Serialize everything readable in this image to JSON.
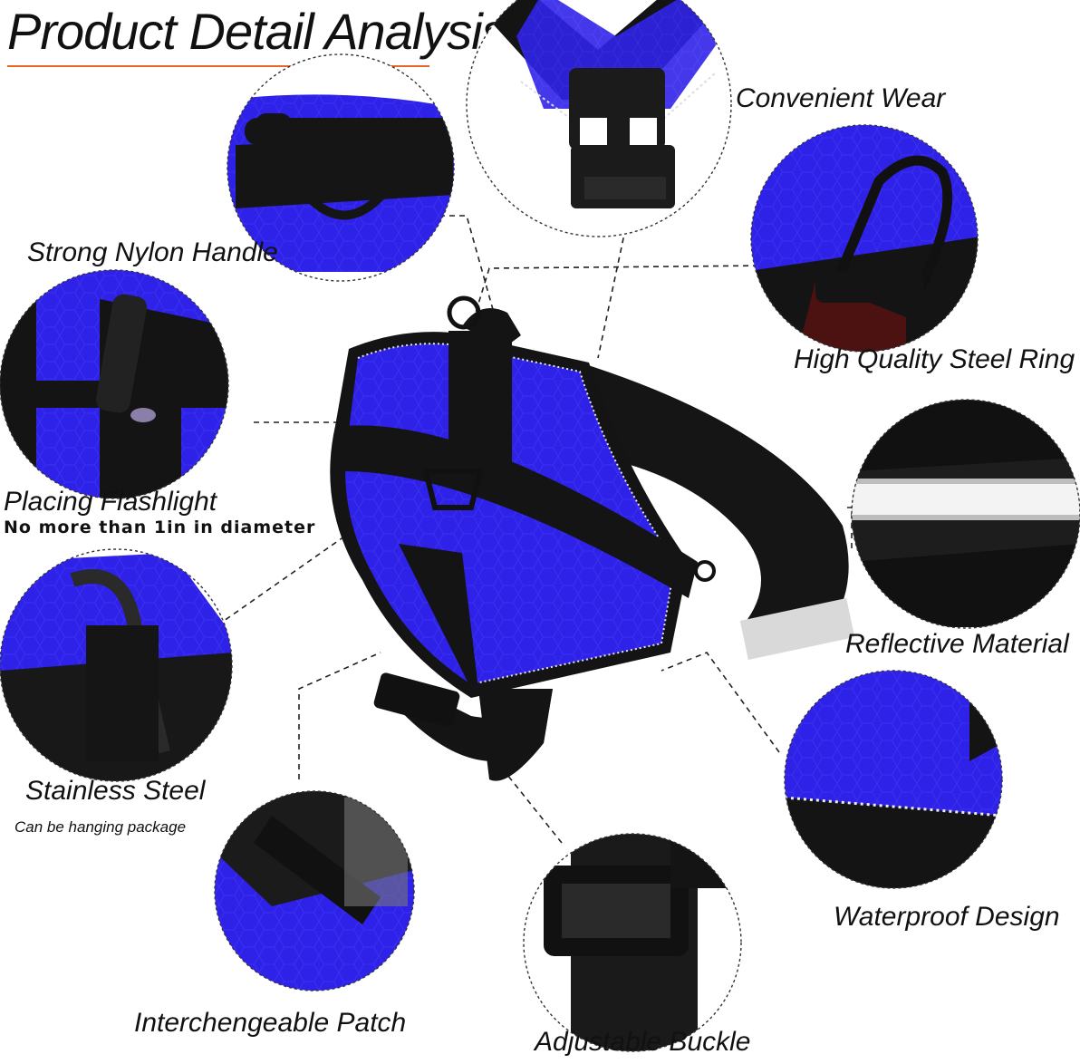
{
  "title": "Product Detail Analysis",
  "labels": {
    "convenient_wear": "Convenient Wear",
    "strong_nylon_handle": "Strong Nylon Handle",
    "high_quality_steel_ring": "High Quality Steel Ring",
    "placing_flashlight": "Placing Flashlight",
    "flashlight_note": "No more than 1in in diameter",
    "reflective_material": "Reflective Material",
    "stainless_steel": "Stainless Steel",
    "stainless_note": "Can be hanging package",
    "waterproof_design": "Waterproof Design",
    "interchangeable_patch": "Interchengeable Patch",
    "adjustable_buckle": "Adjustable Buckle"
  },
  "colors": {
    "harness_blue": "#2f22e8",
    "strap_black": "#141414",
    "accent_orange": "#e8662c",
    "reflective_grey": "#d9d9d9"
  }
}
